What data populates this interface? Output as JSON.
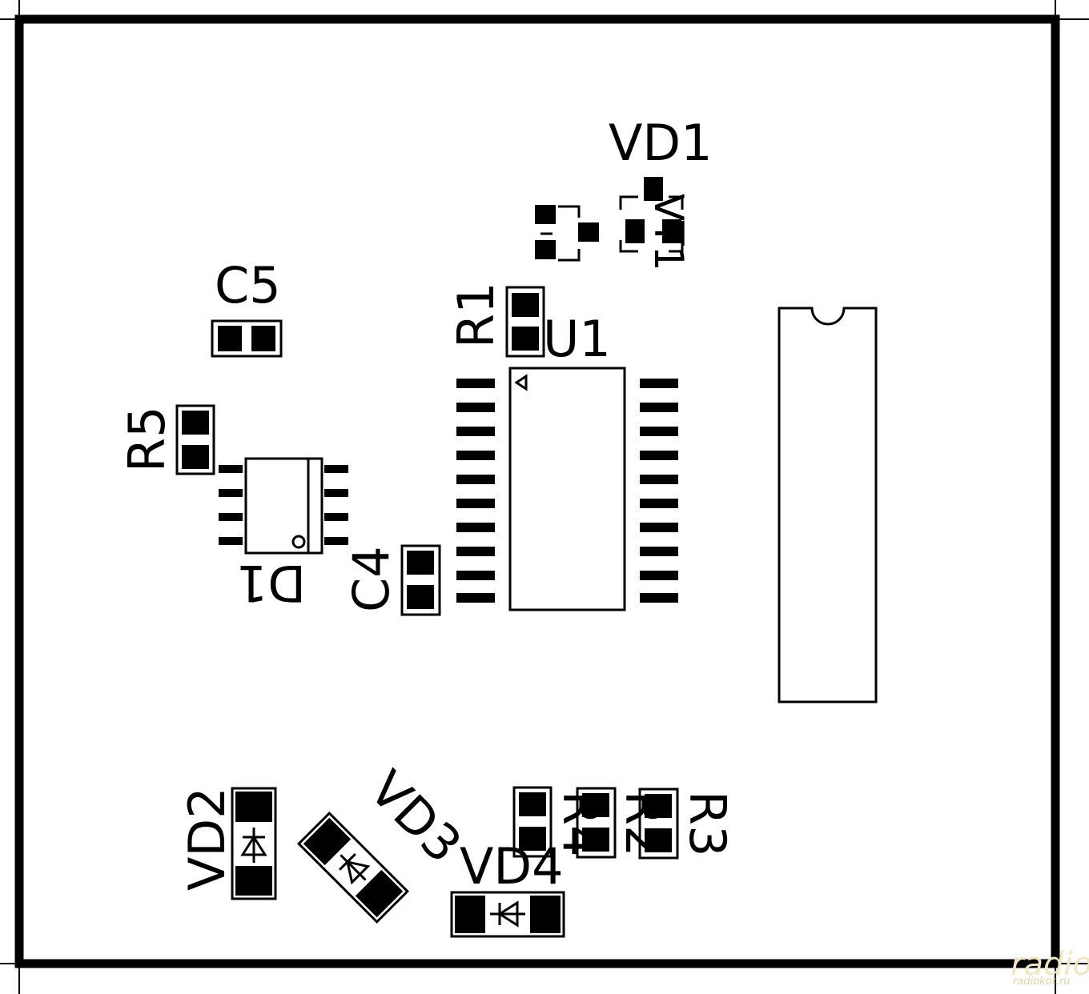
{
  "labels": {
    "vd1": "VD1",
    "vt1": "VT1",
    "c5": "C5",
    "r1": "R1",
    "u1": "U1",
    "r5": "R5",
    "d1": "D1",
    "c4": "C4",
    "vd2": "VD2",
    "vd3": "VD3",
    "vd4": "VD4",
    "r2": "R2",
    "r3": "R3",
    "r4": "R4"
  },
  "watermark": {
    "big": "radioKOT",
    "small": "radiokot.ru"
  },
  "colors": {
    "ink": "#000000",
    "board": "#ffffff",
    "watermark": "#e0d5a8"
  }
}
